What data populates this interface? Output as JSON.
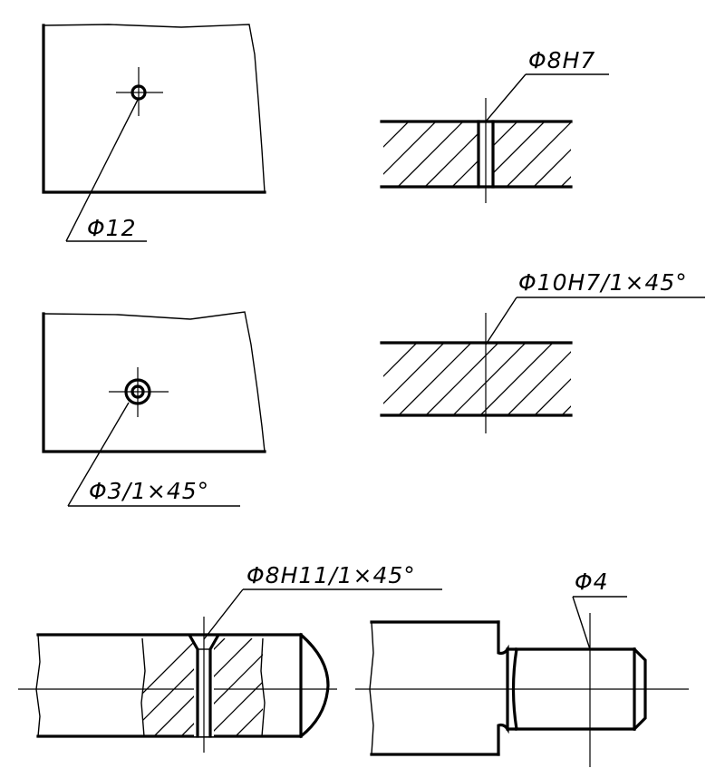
{
  "labels": {
    "hole_d12": "Φ12",
    "hole_d8h7": "Φ8H7",
    "hole_d10h7_chamfer": "Φ10H7/1×45°",
    "hole_d3_chamfer": "Φ3/1×45°",
    "hole_d8h11_chamfer": "Φ8H11/1×45°",
    "shaft_d4": "Φ4"
  }
}
